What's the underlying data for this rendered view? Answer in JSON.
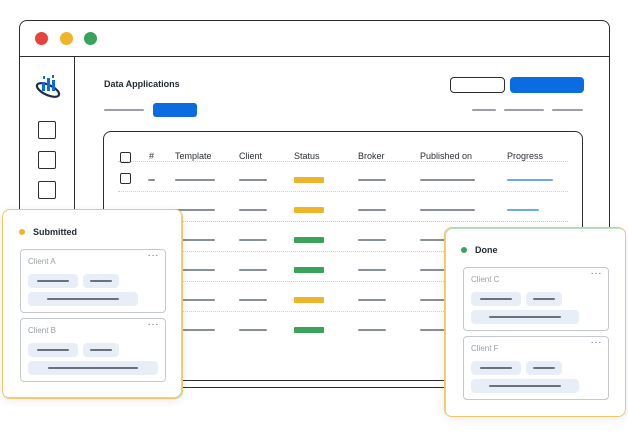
{
  "page": {
    "title": "Data Applications"
  },
  "window": {
    "controls": [
      "close",
      "minimize",
      "maximize"
    ]
  },
  "sidebar": {
    "logo_icon": "chart-logo-icon",
    "items": [
      "nav-item-1",
      "nav-item-2",
      "nav-item-3"
    ]
  },
  "table": {
    "columns": [
      "#",
      "Template",
      "Client",
      "Status",
      "Broker",
      "Published on",
      "Progress"
    ],
    "rows": [
      {
        "status": "pending",
        "status_color": "#f0b429",
        "progress": 1.0
      },
      {
        "status": "pending",
        "status_color": "#f0b429",
        "progress": 0.7
      },
      {
        "status": "done",
        "status_color": "#3aa35b",
        "progress": null
      },
      {
        "status": "done",
        "status_color": "#3aa35b",
        "progress": null
      },
      {
        "status": "pending",
        "status_color": "#f0b429",
        "progress": null
      },
      {
        "status": "done",
        "status_color": "#3aa35b",
        "progress": null
      }
    ]
  },
  "panels": {
    "submitted": {
      "label": "Submitted",
      "dot_color": "#f0b429",
      "cards": [
        {
          "client": "Client A"
        },
        {
          "client": "Client B"
        }
      ]
    },
    "done": {
      "label": "Done",
      "dot_color": "#3aa35b",
      "cards": [
        {
          "client": "Client C"
        },
        {
          "client": "Client F"
        }
      ]
    }
  },
  "colors": {
    "accent": "#0b6be0",
    "pending": "#f0b429",
    "done": "#3aa35b"
  },
  "more_glyph": "···"
}
